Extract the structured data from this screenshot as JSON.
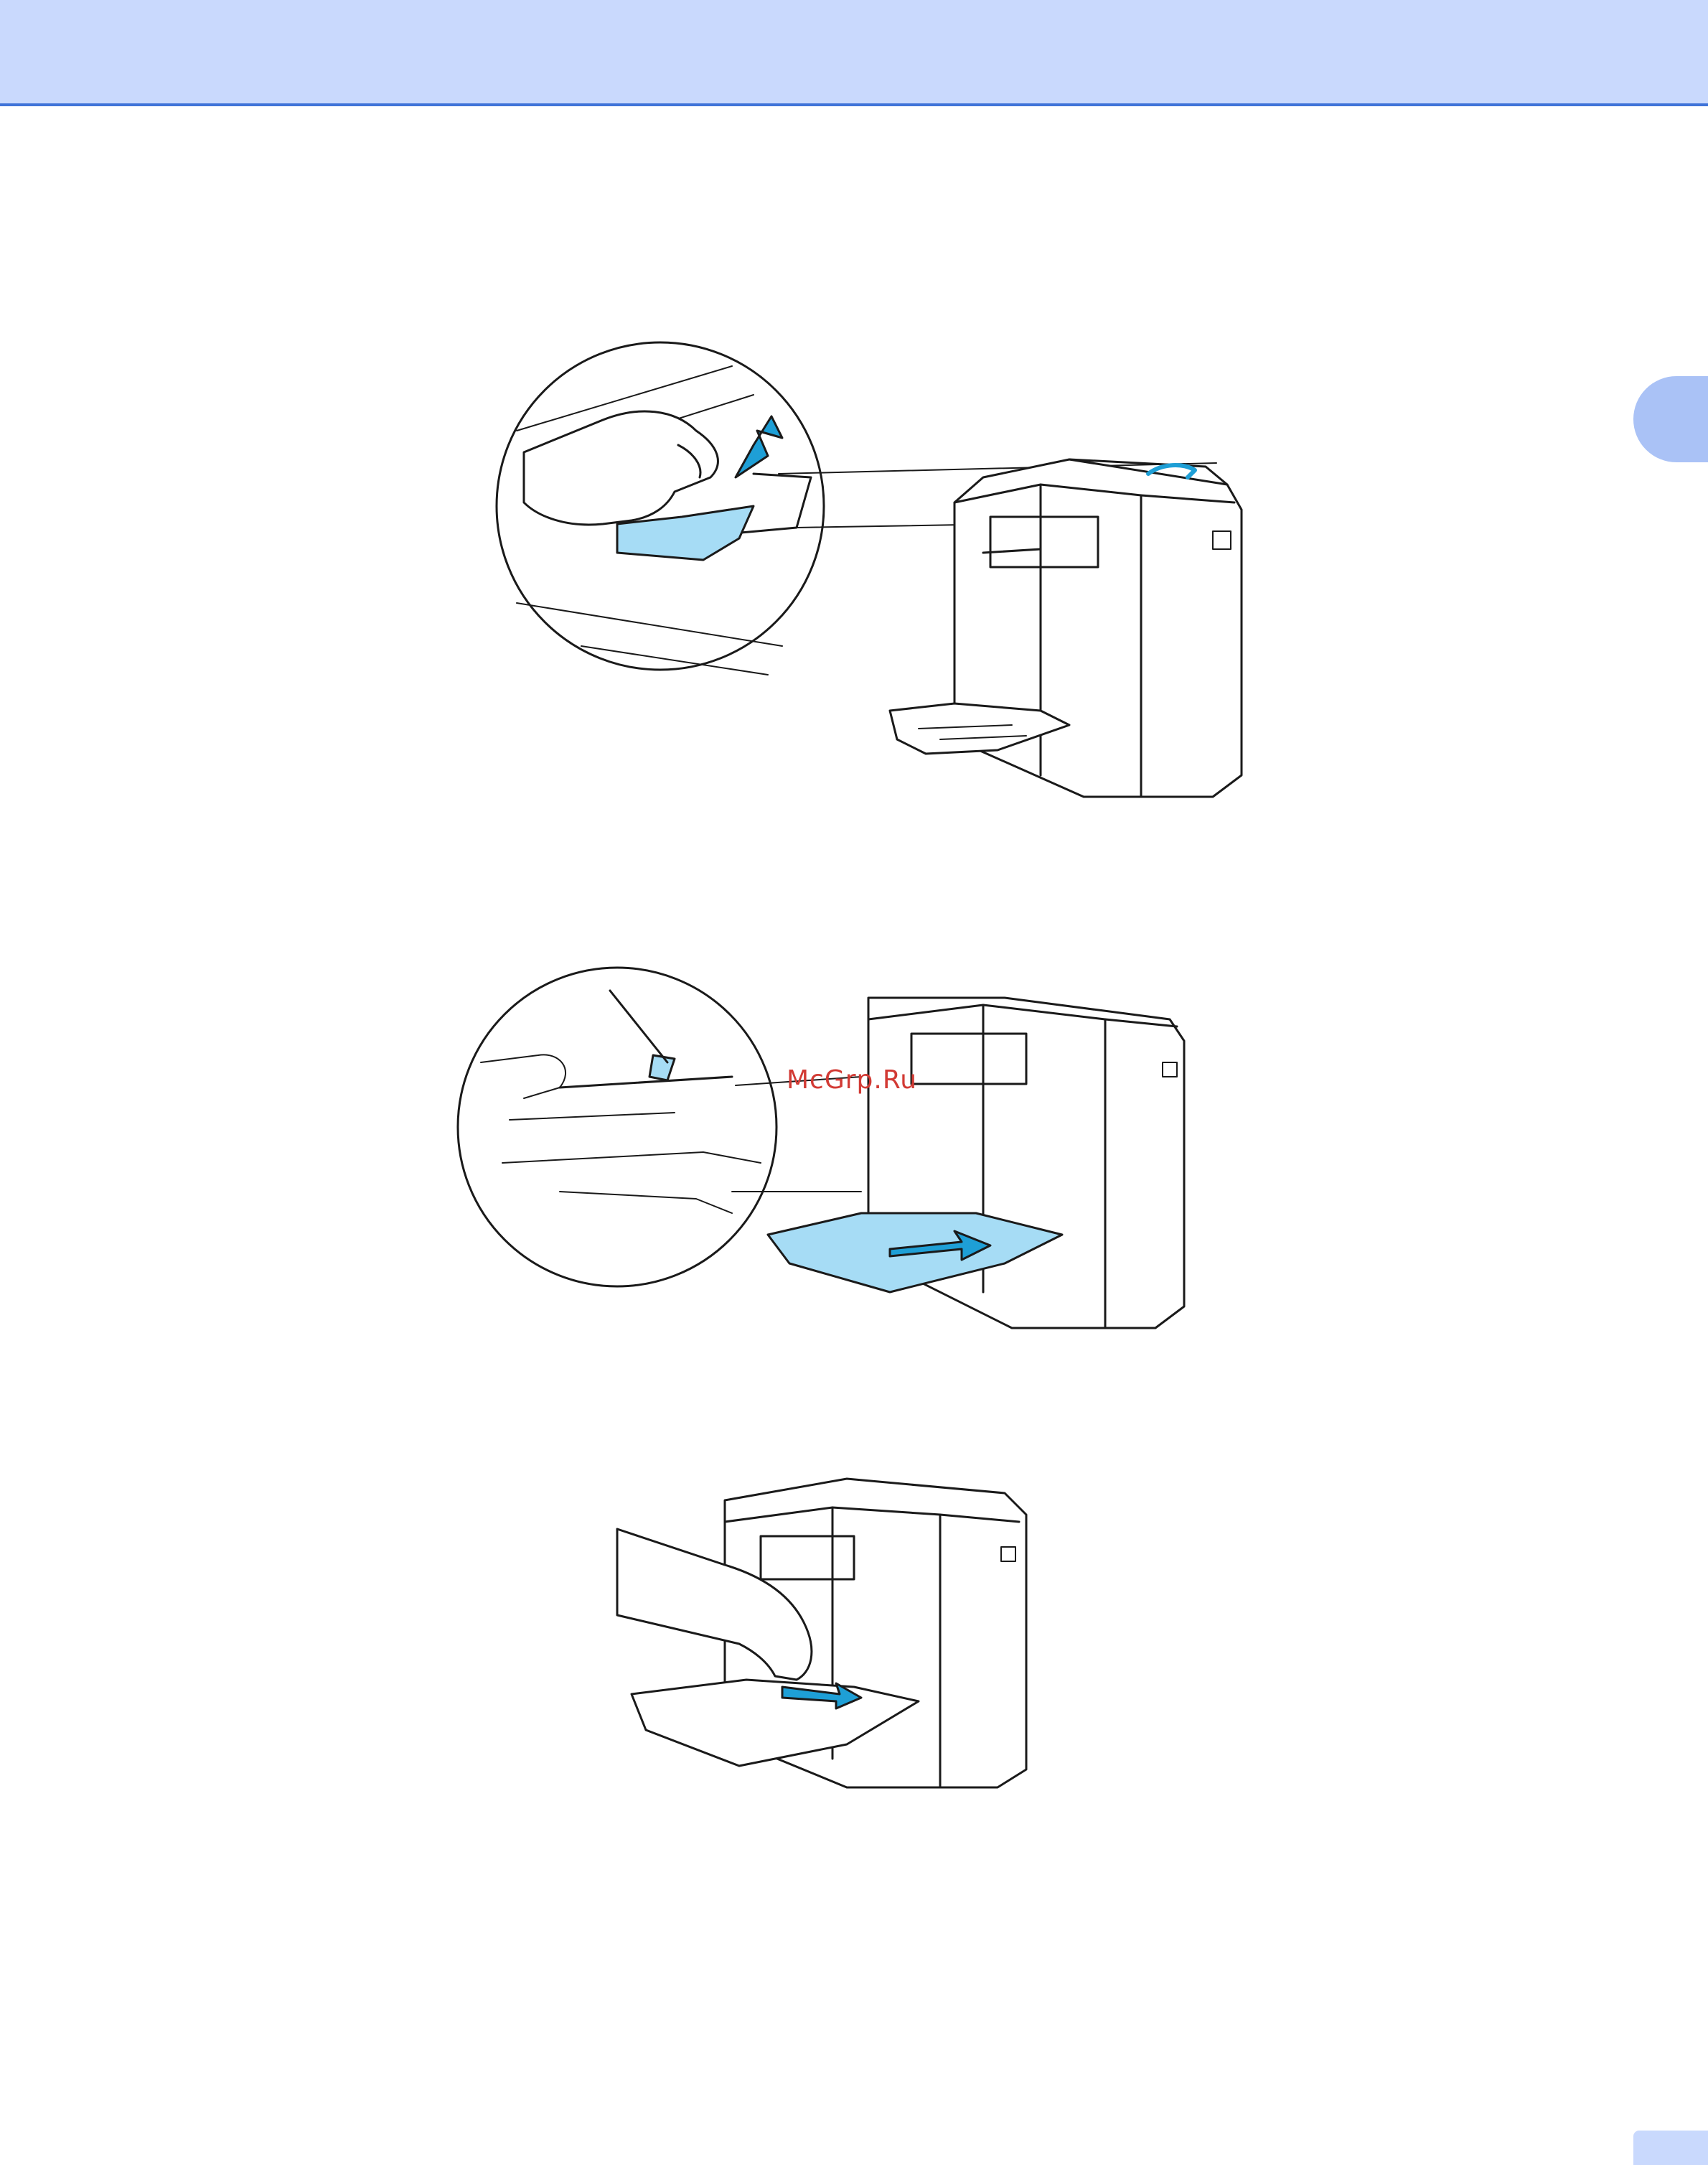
{
  "header": {
    "band_color": "#c9d9fd",
    "rule_color": "#3f73d8"
  },
  "side_tab": {
    "color": "#aac2f6",
    "label": ""
  },
  "watermark": {
    "text": "McGrp.Ru",
    "color": "#d23a34"
  },
  "figures": [
    {
      "name": "figure-unfold-support-flap",
      "icon": "printer-with-zoom-inset-finger-lifting-flap",
      "accent": "#a6dcf5"
    },
    {
      "name": "figure-load-paper-mp-tray",
      "icon": "printer-with-zoom-inset-paper-height-mark",
      "accent": "#a6dcf5"
    },
    {
      "name": "figure-slide-paper-guides",
      "icon": "printer-hand-adjusting-guide",
      "accent": "#a6dcf5"
    }
  ],
  "footer_tab": {
    "color": "#c9d9fd",
    "page_number": ""
  }
}
